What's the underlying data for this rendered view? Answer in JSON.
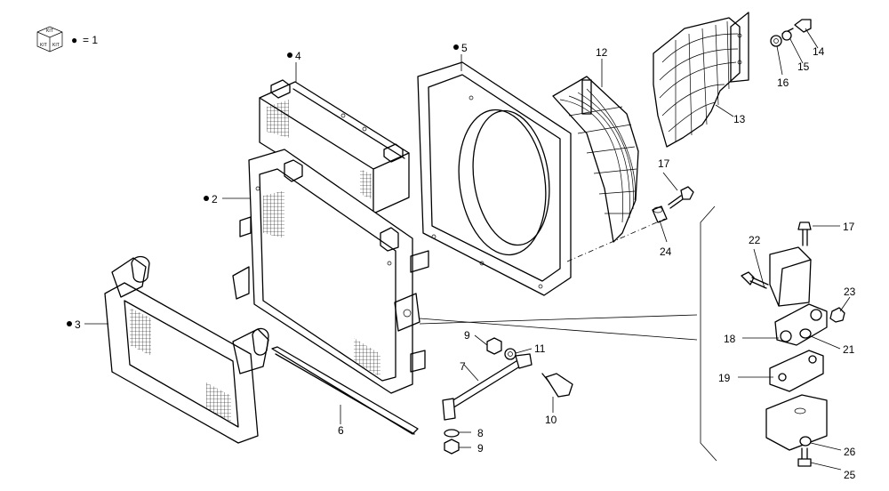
{
  "legend": {
    "icon": "kit-box-icon",
    "box_text": "KIT",
    "symbol": "●",
    "text": "= 1"
  },
  "callouts": [
    {
      "id": "c2",
      "text": "2",
      "kit": true
    },
    {
      "id": "c3",
      "text": "3",
      "kit": true
    },
    {
      "id": "c4",
      "text": "4",
      "kit": true
    },
    {
      "id": "c5",
      "text": "5",
      "kit": true
    },
    {
      "id": "c6",
      "text": "6"
    },
    {
      "id": "c7",
      "text": "7"
    },
    {
      "id": "c8",
      "text": "8"
    },
    {
      "id": "c9a",
      "text": "9"
    },
    {
      "id": "c9b",
      "text": "9"
    },
    {
      "id": "c10",
      "text": "10"
    },
    {
      "id": "c11",
      "text": "11"
    },
    {
      "id": "c12",
      "text": "12"
    },
    {
      "id": "c13",
      "text": "13"
    },
    {
      "id": "c14",
      "text": "14"
    },
    {
      "id": "c15",
      "text": "15"
    },
    {
      "id": "c16",
      "text": "16"
    },
    {
      "id": "c17a",
      "text": "17"
    },
    {
      "id": "c17b",
      "text": "17"
    },
    {
      "id": "c18",
      "text": "18"
    },
    {
      "id": "c19",
      "text": "19"
    },
    {
      "id": "c21",
      "text": "21"
    },
    {
      "id": "c22",
      "text": "22"
    },
    {
      "id": "c23",
      "text": "23"
    },
    {
      "id": "c24",
      "text": "24"
    },
    {
      "id": "c25",
      "text": "25"
    },
    {
      "id": "c26",
      "text": "26"
    }
  ]
}
